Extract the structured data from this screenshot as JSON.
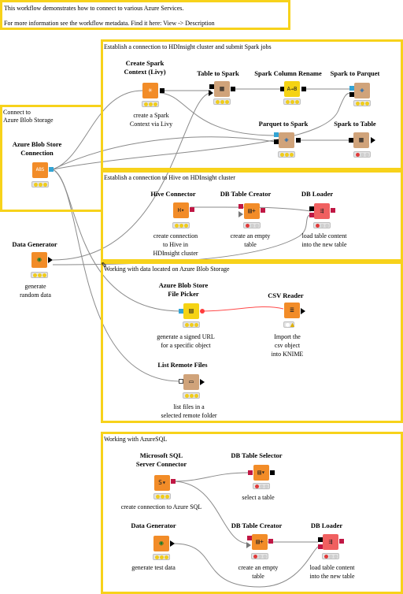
{
  "header": {
    "line1": "This workflow demonstrates how to connect to various Azure Services.",
    "line2": "For more information see the workflow metadata. Find it here: View -> Description"
  },
  "annotations": {
    "hdinsight_spark": "Establish a connection to HDInsight cluster and submit Spark jobs",
    "blob_connect": "Connect to\nAzure Blob Storage",
    "hive": "Establish a connection to Hive on HDInsight cluster",
    "blob_data": "Working with data located on Azure Blob Storage",
    "azuresql": "Working with AzureSQL"
  },
  "nodes": {
    "create_spark_context": {
      "title": "Create Spark\nContext (Livy)",
      "desc": "create a Spark\nContext via Livy",
      "icon": "spark-context-icon"
    },
    "table_to_spark": {
      "title": "Table to Spark",
      "desc": "",
      "icon": "table-to-spark-icon"
    },
    "spark_column_rename": {
      "title": "Spark Column Rename",
      "desc": "",
      "icon": "column-rename-icon"
    },
    "spark_to_parquet": {
      "title": "Spark to Parquet",
      "desc": "",
      "icon": "parquet-icon"
    },
    "parquet_to_spark": {
      "title": "Parquet to Spark",
      "desc": "",
      "icon": "parquet-icon"
    },
    "spark_to_table": {
      "title": "Spark to Table",
      "desc": "",
      "icon": "spark-to-table-icon"
    },
    "azure_blob_connection": {
      "title": "Azure Blob Store\nConnection",
      "desc": "",
      "icon": "azure-blob-icon"
    },
    "data_generator_1": {
      "title": "Data Generator",
      "desc": "generate\nrandom data",
      "icon": "data-generator-icon"
    },
    "hive_connector": {
      "title": "Hive Connector",
      "desc": "create connection\nto Hive in\nHDInsight cluster",
      "icon": "hive-icon"
    },
    "db_table_creator_1": {
      "title": "DB Table Creator",
      "desc": "create an empty\ntable",
      "icon": "db-table-creator-icon"
    },
    "db_loader_1": {
      "title": "DB Loader",
      "desc": "load table content\ninto the new table",
      "icon": "db-loader-icon"
    },
    "azure_blob_file_picker": {
      "title": "Azure Blob Store\nFile Picker",
      "desc": "generate a signed URL\nfor a specific object",
      "icon": "file-picker-icon"
    },
    "csv_reader": {
      "title": "CSV Reader",
      "desc": "Import the\ncsv object\ninto KNIME",
      "icon": "csv-reader-icon"
    },
    "list_remote_files": {
      "title": "List Remote Files",
      "desc": "list files in a\nselected remote folder",
      "icon": "list-files-icon"
    },
    "mssql_connector": {
      "title": "Microsoft SQL\nServer Connector",
      "desc": "create connection to Azure SQL",
      "icon": "mssql-icon"
    },
    "db_table_selector": {
      "title": "DB Table Selector",
      "desc": "select a table",
      "icon": "db-table-selector-icon"
    },
    "data_generator_2": {
      "title": "Data Generator",
      "desc": "generate test data",
      "icon": "data-generator-icon"
    },
    "db_table_creator_2": {
      "title": "DB Table Creator",
      "desc": "create an empty\ntable",
      "icon": "db-table-creator-icon"
    },
    "db_loader_2": {
      "title": "DB Loader",
      "desc": "load table content\ninto the new table",
      "icon": "db-loader-icon"
    }
  },
  "colors": {
    "annotation_border": "#f7d21b",
    "source_node": "#f28c28",
    "manipulator_node": "#d0a37a",
    "other_node": "#f5d314",
    "port_blob": "#33a4d4",
    "port_db": "#c01744"
  }
}
